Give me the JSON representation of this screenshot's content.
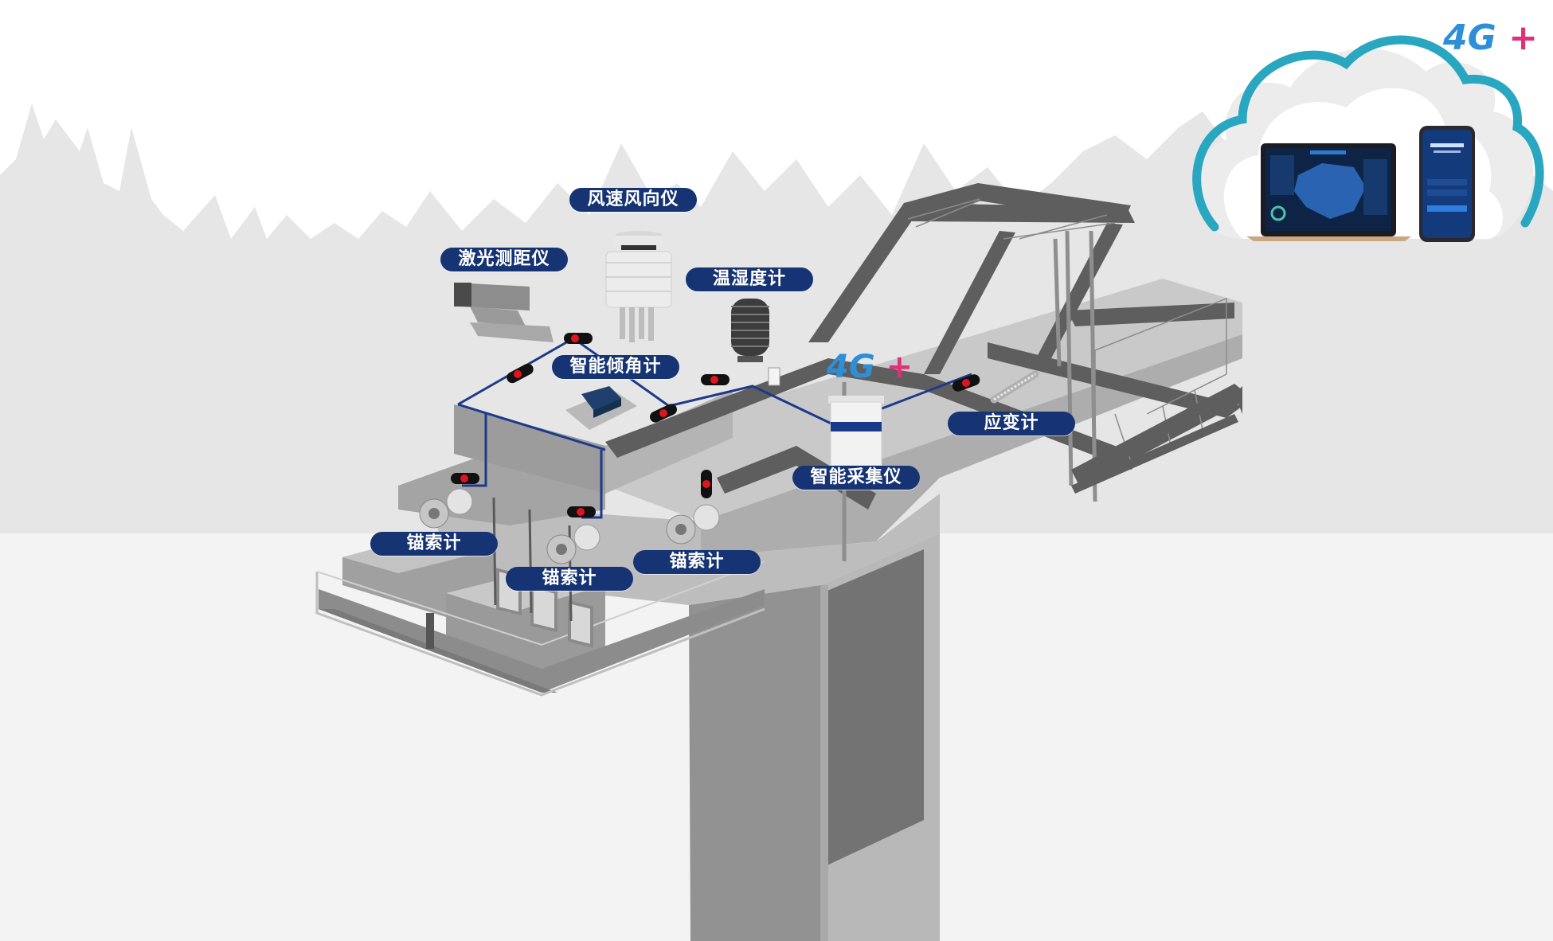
{
  "diagram": {
    "title_hidden": null,
    "network_badge": "4G+",
    "collector_badge": "4G+",
    "labels": {
      "anemometer": "风速风向仪",
      "laser_rangefinder": "激光测距仪",
      "thermo_hygrometer": "温湿度计",
      "inclinometer": "智能倾角计",
      "data_collector": "智能采集仪",
      "strain_gauge": "应变计",
      "anchor_meter_1": "锚索计",
      "anchor_meter_2": "锚索计",
      "anchor_meter_3": "锚索计"
    },
    "colors": {
      "label_bg": "#163473",
      "cable": "#1c3a8a",
      "node_dot": "#e0141e",
      "cloud_rim": "#2aa7c0",
      "structure_dark": "#5e5e5e",
      "structure_mid": "#9a9a9a",
      "structure_light": "#c4c4c4",
      "forest": "#e6e6e6",
      "ground": "#f3f3f3"
    },
    "icons": [
      "cloud-icon",
      "laptop-icon",
      "phone-icon",
      "signal-4g-icon"
    ]
  }
}
